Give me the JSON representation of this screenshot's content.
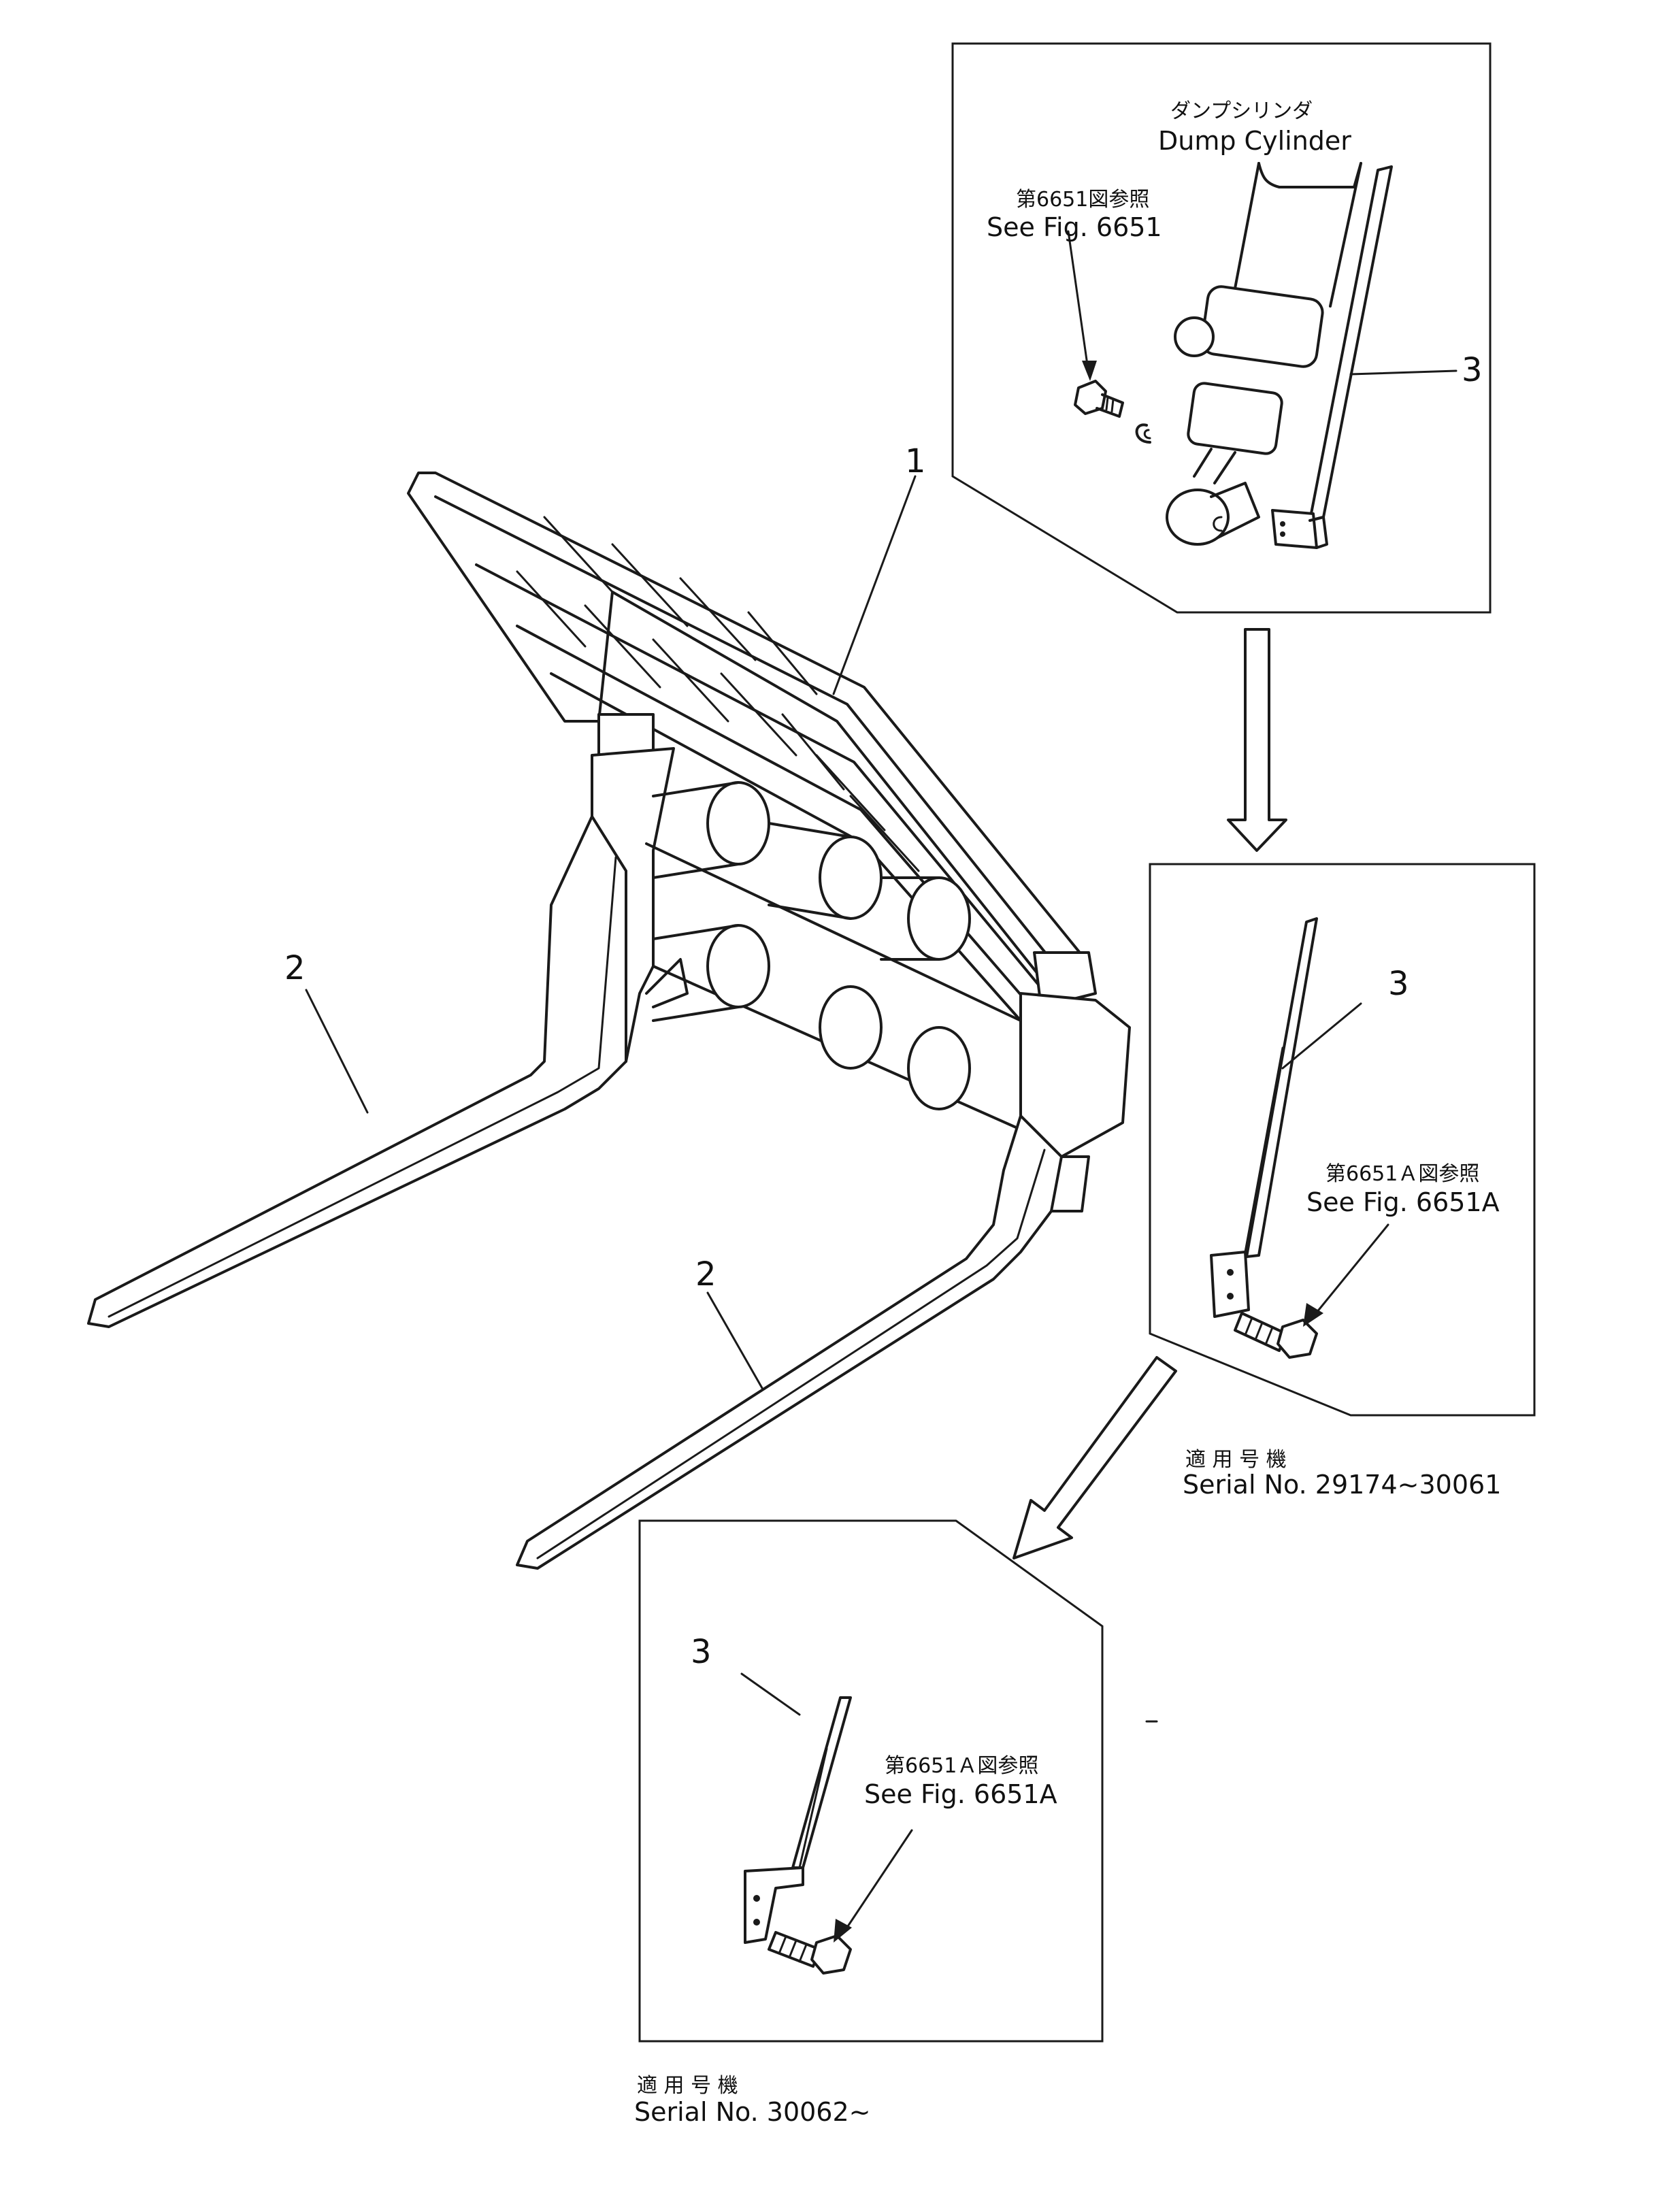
{
  "callouts": {
    "part1": "1",
    "part2a": "2",
    "part2b": "2",
    "part3_top": "3",
    "part3_mid": "3",
    "part3_bottom": "3"
  },
  "top_panel": {
    "cylinder_jp": "ダンプシリンダ",
    "cylinder_en": "Dump Cylinder",
    "ref_jp": "第6651図参照",
    "ref_en": "See Fig. 6651"
  },
  "middle_panel": {
    "ref_jp": "第6651Ａ図参照",
    "ref_en": "See Fig. 6651A",
    "serial_jp": "適 用 号 機",
    "serial_en": "Serial No. 29174~30061"
  },
  "bottom_panel": {
    "ref_jp": "第6651Ａ図参照",
    "ref_en": "See Fig. 6651A",
    "serial_jp": "適 用 号 機",
    "serial_en": "Serial No. 30062~"
  },
  "misc": {
    "dash": "–"
  }
}
